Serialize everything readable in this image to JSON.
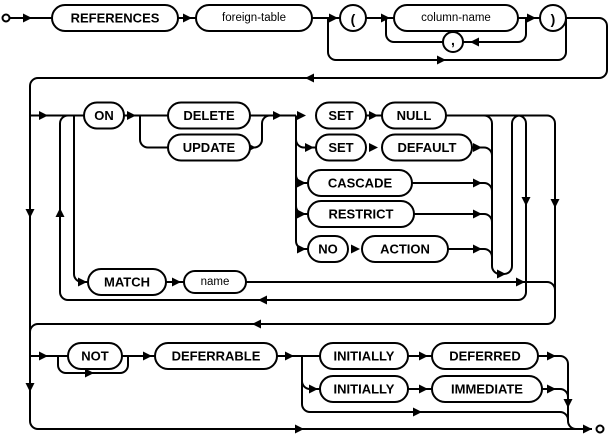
{
  "diagram": {
    "description": "Syntax railroad diagram for SQL REFERENCES foreign-key clause",
    "colors": {
      "line": "#000000",
      "node_fill": "#ffffff",
      "background": "#ffffff"
    }
  },
  "nodes": {
    "references": {
      "label": "REFERENCES",
      "kind": "keyword"
    },
    "foreign_table": {
      "label": "foreign-table",
      "kind": "nonterminal"
    },
    "lparen": {
      "label": "(",
      "kind": "punctuation"
    },
    "column_name": {
      "label": "column-name",
      "kind": "nonterminal"
    },
    "rparen": {
      "label": ")",
      "kind": "punctuation"
    },
    "comma": {
      "label": ",",
      "kind": "punctuation"
    },
    "on": {
      "label": "ON",
      "kind": "keyword"
    },
    "delete": {
      "label": "DELETE",
      "kind": "keyword"
    },
    "update": {
      "label": "UPDATE",
      "kind": "keyword"
    },
    "set_a": {
      "label": "SET",
      "kind": "keyword"
    },
    "null": {
      "label": "NULL",
      "kind": "keyword"
    },
    "set_b": {
      "label": "SET",
      "kind": "keyword"
    },
    "default": {
      "label": "DEFAULT",
      "kind": "keyword"
    },
    "cascade": {
      "label": "CASCADE",
      "kind": "keyword"
    },
    "restrict": {
      "label": "RESTRICT",
      "kind": "keyword"
    },
    "no": {
      "label": "NO",
      "kind": "keyword"
    },
    "action": {
      "label": "ACTION",
      "kind": "keyword"
    },
    "match": {
      "label": "MATCH",
      "kind": "keyword"
    },
    "name": {
      "label": "name",
      "kind": "nonterminal"
    },
    "not": {
      "label": "NOT",
      "kind": "keyword"
    },
    "deferrable": {
      "label": "DEFERRABLE",
      "kind": "keyword"
    },
    "initially_a": {
      "label": "INITIALLY",
      "kind": "keyword"
    },
    "deferred": {
      "label": "DEFERRED",
      "kind": "keyword"
    },
    "initially_b": {
      "label": "INITIALLY",
      "kind": "keyword"
    },
    "immediate": {
      "label": "IMMEDIATE",
      "kind": "keyword"
    }
  }
}
